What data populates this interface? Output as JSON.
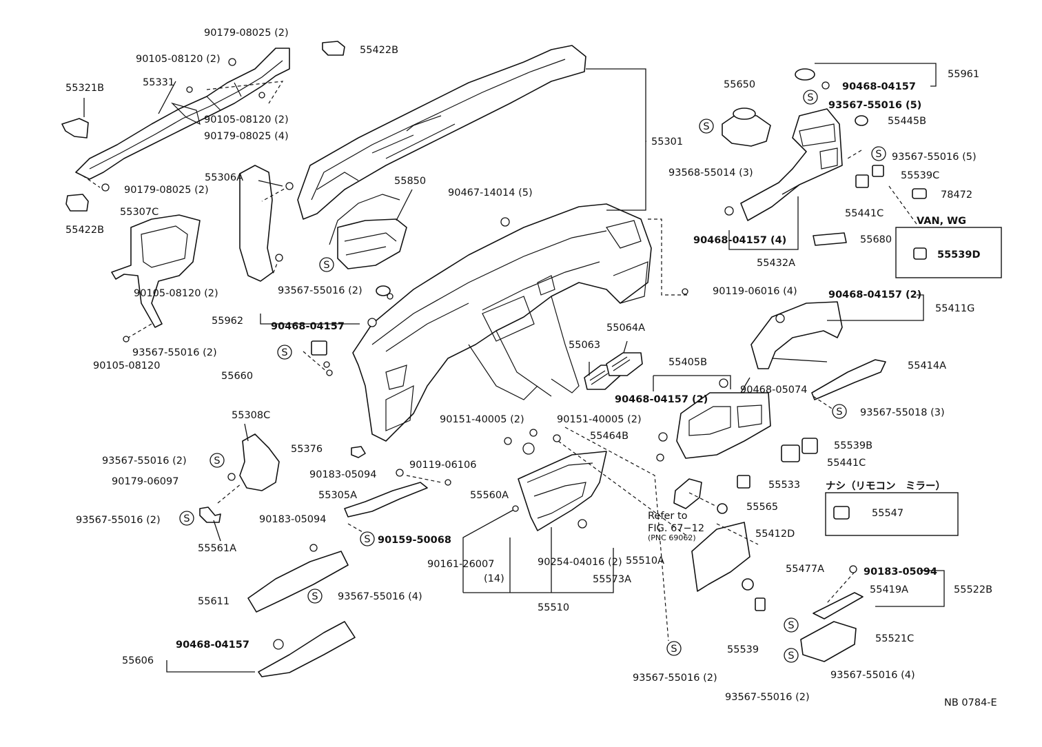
{
  "labels": {
    "l_55321b": "55321B",
    "l_55331": "55331",
    "l_90105a": "90105-08120 (2)",
    "l_90179a": "90179-08025 (2)",
    "l_90105b": "90105-08120 (2)",
    "l_90179b": "90179-08025 (4)",
    "l_90179c": "90179-08025 (2)",
    "l_55422b_top": "55422B",
    "l_55422b_left": "55422B",
    "l_55307c": "55307C",
    "l_90105c": "90105-08120",
    "l_55306a": "55306A",
    "l_90105d": "90105-08120 (2)",
    "l_93567a": "93567-55016 (2)",
    "l_55850": "55850",
    "l_55962": "55962",
    "l_90468a": "90468-04157",
    "l_93567b": "93567-55016 (2)",
    "l_55660": "55660",
    "l_90467": "90467-14014 (5)",
    "l_55301": "55301",
    "l_55650": "55650",
    "l_93568": "93568-55014 (3)",
    "l_55961": "55961",
    "l_90468b": "90468-04157",
    "l_93567c": "93567-55016 (5)",
    "l_55445b": "55445B",
    "l_93567d": "93567-55016 (5)",
    "l_55539c": "55539C",
    "l_78472": "78472",
    "l_55441c_top": "55441C",
    "l_vanwg": "VAN, WG",
    "l_90468c": "90468-04157 (4)",
    "l_55680": "55680",
    "l_55539d": "55539D",
    "l_55432a": "55432A",
    "l_90119a": "90119-06016 (4)",
    "l_90468d": "90468-04157 (2)",
    "l_55411g": "55411G",
    "l_55064a": "55064A",
    "l_55063": "55063",
    "l_55405b": "55405B",
    "l_55414a": "55414A",
    "l_90468e": "90468-05074",
    "l_90468f": "90468-04157 (2)",
    "l_93567e": "93567-55018 (3)",
    "l_55308c": "55308C",
    "l_93567f": "93567-55016 (2)",
    "l_90179d": "90179-06097",
    "l_93567g": "93567-55016 (2)",
    "l_55561a": "55561A",
    "l_55376": "55376",
    "l_90183a": "90183-05094",
    "l_90119b": "90119-06106",
    "l_55305a": "55305A",
    "l_90183b": "90183-05094",
    "l_90159": "90159-50068",
    "l_90151a": "90151-40005 (2)",
    "l_90151b": "90151-40005 (2)",
    "l_55464b": "55464B",
    "l_55560a": "55560A",
    "l_55539b": "55539B",
    "l_55441c_mid": "55441C",
    "l_55533": "55533",
    "l_55565": "55565",
    "l_nashi": "ナシ（リモコン　ミラー）",
    "l_55547": "55547",
    "l_refer1": "Refer to",
    "l_refer2": "FIG. 67−12",
    "l_refer3": "(PNC 69062)",
    "l_55412d": "55412D",
    "l_55477a": "55477A",
    "l_90183c": "90183-05094",
    "l_55419a": "55419A",
    "l_55522b": "55522B",
    "l_55539": "55539",
    "l_55521c": "55521C",
    "l_93567h": "93567-55016 (4)",
    "l_93567i": "93567-55016 (2)",
    "l_93567j": "93567-55016 (2)",
    "l_90161": "90161-26007",
    "l_90161q": "(14)",
    "l_90254": "90254-04016 (2)",
    "l_55510a": "55510A",
    "l_55573a": "55573A",
    "l_55510": "55510",
    "l_55611": "55611",
    "l_93567k": "93567-55016 (4)",
    "l_55606": "55606",
    "l_90468g": "90468-04157",
    "l_code": "NB 0784-E"
  },
  "s_mark": "S",
  "icons": [
    "s-mark-icon",
    "clip-icon",
    "bolt-icon",
    "nut-icon"
  ]
}
